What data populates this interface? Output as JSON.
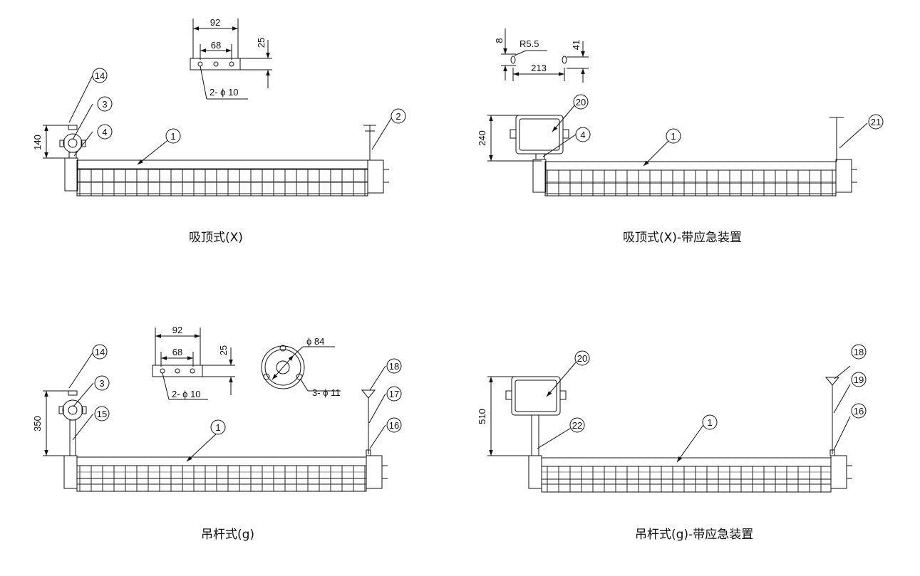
{
  "captions": {
    "top_left": "吸顶式(X)",
    "top_right": "吸顶式(X)-带应急装置",
    "bottom_left": "吊杆式(g)",
    "bottom_right": "吊杆式(g)-带应急装置"
  },
  "dimensions": {
    "bracket_width": "92",
    "bracket_hole_spacing": "68",
    "bracket_height": "25",
    "bracket_holes": "2- ϕ 10",
    "ceiling_height_x": "140",
    "emergency_height_x": "240",
    "rod_height_g": "350",
    "emergency_height_g": "510",
    "slot_offset": "8",
    "slot_radius": "R5.5",
    "slot_spacing": "213",
    "slot_height": "41",
    "flange_diameter": "ϕ 84",
    "flange_holes": "3- ϕ 11"
  },
  "callouts": {
    "c1": "1",
    "c2": "2",
    "c3": "3",
    "c4": "4",
    "c14": "14",
    "c15": "15",
    "c16": "16",
    "c17": "17",
    "c18": "18",
    "c19": "19",
    "c20": "20",
    "c21": "21",
    "c22": "22"
  }
}
